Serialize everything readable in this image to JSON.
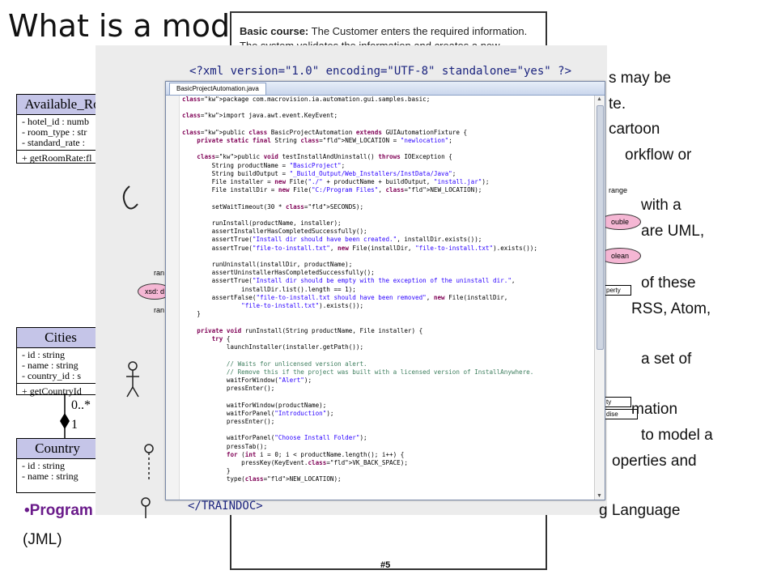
{
  "slide": {
    "title": "What is a mode",
    "right_lines": [
      "s may be",
      "te.",
      "cartoon",
      "orkflow or",
      "with a",
      "are UML,",
      "of these",
      "RSS, Atom,",
      "a set of",
      "mation",
      "to model a",
      "operties and"
    ],
    "bottom_bullet": "•Program",
    "bottom_bullet_tail": "g Language",
    "bottom_jml": "(JML)"
  },
  "uml": {
    "available_room": {
      "title": "Available_Ro",
      "attrs": [
        "- hotel_id : numb",
        "- room_type : str",
        "- standard_rate :"
      ],
      "ops": "+ getRoomRate:fl"
    },
    "cities": {
      "title": "Cities",
      "attrs": [
        "- id : string",
        "- name : string",
        "- country_id : s"
      ],
      "ops": "+ getCountryId"
    },
    "country": {
      "title": "Country",
      "attrs": [
        "- id : string",
        "- name : string"
      ]
    },
    "multiplicity_many": "0..*",
    "multiplicity_one": "1"
  },
  "basic_course": {
    "label": "Basic course:",
    "text": " The Customer enters the required information. The system validates the information and creates a new Account object."
  },
  "xml": {
    "header": "<?xml version=\"1.0\" encoding=\"UTF-8\" standalone=\"yes\" ?>",
    "footer": "</TRAINDOC>"
  },
  "editor": {
    "tab_label": "BasicProjectAutomation.java",
    "code_lines": [
      "package com.macrovision.ia.automation.gui.samples.basic;",
      "",
      "import java.awt.event.KeyEvent;",
      "",
      "public class BasicProjectAutomation extends GUIAutomationFixture {",
      "    private static final String NEW_LOCATION = \"newlocation\";",
      "",
      "    public void testInstallAndUninstall() throws IOException {",
      "        String productName = \"BasicProject\";",
      "        String buildOutput = \"_Build_Output/Web_Installers/InstData/Java\";",
      "        File installer = new File(\"./\" + productName + buildOutput, \"install.jar\");",
      "        File installDir = new File(\"C:/Program Files\", NEW_LOCATION);",
      "",
      "        setWaitTimeout(30 * SECONDS);",
      "",
      "        runInstall(productName, installer);",
      "        assertInstallerHasCompletedSuccessfully();",
      "        assertTrue(\"Install dir should have been created.\", installDir.exists());",
      "        assertTrue(\"file-to-install.txt\", new File(installDir, \"file-to-install.txt\").exists());",
      "",
      "        runUninstall(installDir, productName);",
      "        assertUninstallerHasCompletedSuccessfully();",
      "        assertTrue(\"Install dir should be empty with the exception of the uninstall dir.\",",
      "                installDir.list().length == 1);",
      "        assertFalse(\"file-to-install.txt should have been removed\", new File(installDir,",
      "                \"file-to-install.txt\").exists());",
      "    }",
      "",
      "    private void runInstall(String productName, File installer) {",
      "        try {",
      "            launchInstaller(installer.getPath());",
      "",
      "            // Waits for unlicensed version alert.",
      "            // Remove this if the project was built with a licensed version of InstallAnywhere.",
      "            waitForWindow(\"Alert\");",
      "            pressEnter();",
      "",
      "            waitForWindow(productName);",
      "            waitForPanel(\"Introduction\");",
      "            pressEnter();",
      "",
      "            waitForPanel(\"Choose Install Folder\");",
      "            pressTab();",
      "            for (int i = 0; i < productName.length(); i++) {",
      "                pressKey(KeyEvent.VK_BACK_SPACE);",
      "            }",
      "            type(NEW_LOCATION);"
    ]
  },
  "fragments": {
    "range_top": "range",
    "double": "ouble",
    "boolean": "olean",
    "property": "perty",
    "xsd": "xsd: d",
    "ran1": "ran",
    "ran2": "ran",
    "ty": "ty",
    "dise": "dise",
    "hash5": "#5"
  },
  "colors": {
    "uml_header": "#c5c5e8",
    "bullet_purple": "#6a1b8a",
    "ellipse_pink": "#f5b7d4",
    "xml_blue": "#1a237e"
  }
}
